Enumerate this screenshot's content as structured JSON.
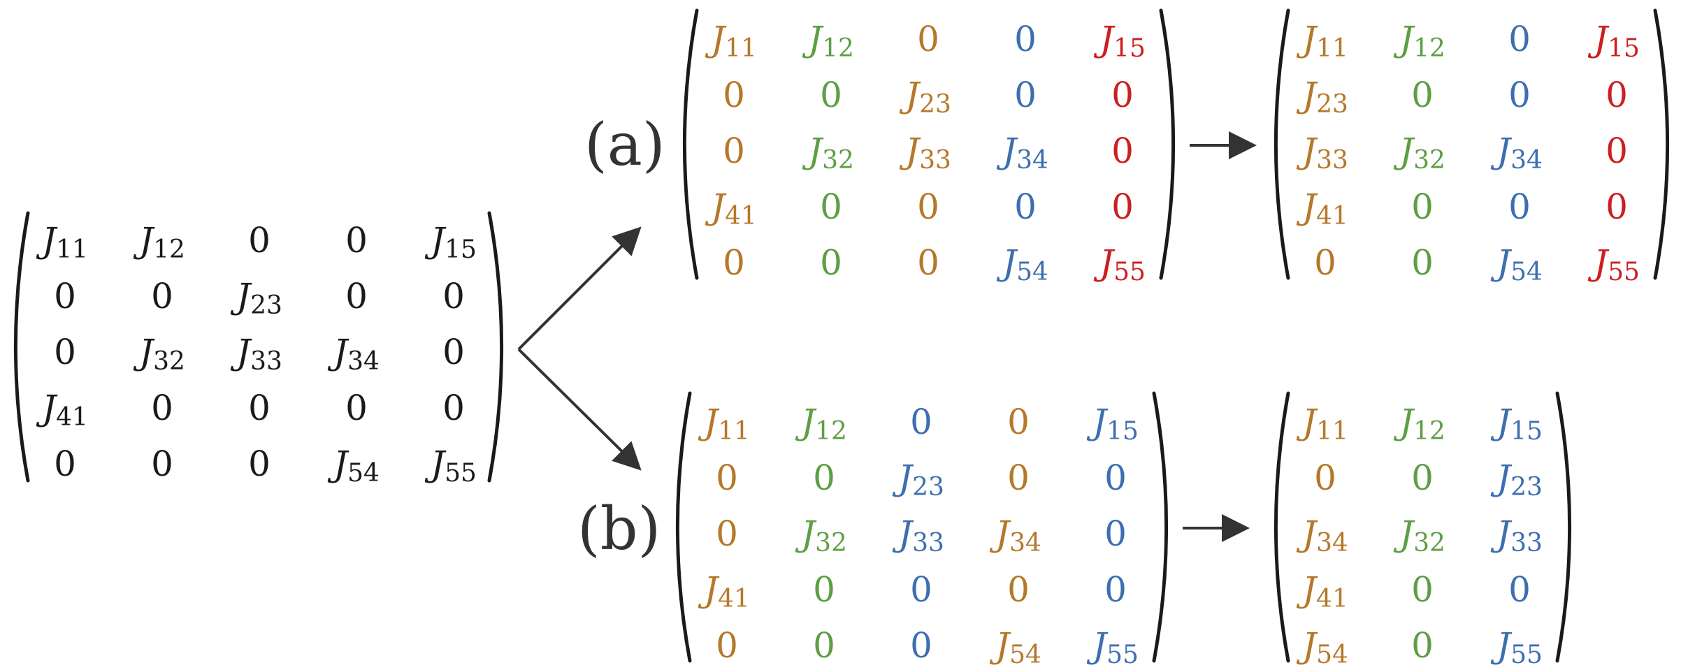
{
  "colors": {
    "black": "#1a1a1a",
    "orange": "#b5782a",
    "green": "#5e9e45",
    "blue": "#3d6fb0",
    "red": "#cc1f1f",
    "arrow": "#333333"
  },
  "labels": {
    "a": "(a)",
    "b": "(b)"
  },
  "matrices": [
    {
      "id": "original",
      "rows": [
        [
          [
            "J",
            "11",
            "black"
          ],
          [
            "J",
            "12",
            "black"
          ],
          [
            "0",
            "",
            "black"
          ],
          [
            "0",
            "",
            "black"
          ],
          [
            "J",
            "15",
            "black"
          ]
        ],
        [
          [
            "0",
            "",
            "black"
          ],
          [
            "0",
            "",
            "black"
          ],
          [
            "J",
            "23",
            "black"
          ],
          [
            "0",
            "",
            "black"
          ],
          [
            "0",
            "",
            "black"
          ]
        ],
        [
          [
            "0",
            "",
            "black"
          ],
          [
            "J",
            "32",
            "black"
          ],
          [
            "J",
            "33",
            "black"
          ],
          [
            "J",
            "34",
            "black"
          ],
          [
            "0",
            "",
            "black"
          ]
        ],
        [
          [
            "J",
            "41",
            "black"
          ],
          [
            "0",
            "",
            "black"
          ],
          [
            "0",
            "",
            "black"
          ],
          [
            "0",
            "",
            "black"
          ],
          [
            "0",
            "",
            "black"
          ]
        ],
        [
          [
            "0",
            "",
            "black"
          ],
          [
            "0",
            "",
            "black"
          ],
          [
            "0",
            "",
            "black"
          ],
          [
            "J",
            "54",
            "black"
          ],
          [
            "J",
            "55",
            "black"
          ]
        ]
      ]
    },
    {
      "id": "a-colored",
      "rows": [
        [
          [
            "J",
            "11",
            "orange"
          ],
          [
            "J",
            "12",
            "green"
          ],
          [
            "0",
            "",
            "orange"
          ],
          [
            "0",
            "",
            "blue"
          ],
          [
            "J",
            "15",
            "red"
          ]
        ],
        [
          [
            "0",
            "",
            "orange"
          ],
          [
            "0",
            "",
            "green"
          ],
          [
            "J",
            "23",
            "orange"
          ],
          [
            "0",
            "",
            "blue"
          ],
          [
            "0",
            "",
            "red"
          ]
        ],
        [
          [
            "0",
            "",
            "orange"
          ],
          [
            "J",
            "32",
            "green"
          ],
          [
            "J",
            "33",
            "orange"
          ],
          [
            "J",
            "34",
            "blue"
          ],
          [
            "0",
            "",
            "red"
          ]
        ],
        [
          [
            "J",
            "41",
            "orange"
          ],
          [
            "0",
            "",
            "green"
          ],
          [
            "0",
            "",
            "orange"
          ],
          [
            "0",
            "",
            "blue"
          ],
          [
            "0",
            "",
            "red"
          ]
        ],
        [
          [
            "0",
            "",
            "orange"
          ],
          [
            "0",
            "",
            "green"
          ],
          [
            "0",
            "",
            "orange"
          ],
          [
            "J",
            "54",
            "blue"
          ],
          [
            "J",
            "55",
            "red"
          ]
        ]
      ]
    },
    {
      "id": "a-compressed",
      "rows": [
        [
          [
            "J",
            "11",
            "orange"
          ],
          [
            "J",
            "12",
            "green"
          ],
          [
            "0",
            "",
            "blue"
          ],
          [
            "J",
            "15",
            "red"
          ]
        ],
        [
          [
            "J",
            "23",
            "orange"
          ],
          [
            "0",
            "",
            "green"
          ],
          [
            "0",
            "",
            "blue"
          ],
          [
            "0",
            "",
            "red"
          ]
        ],
        [
          [
            "J",
            "33",
            "orange"
          ],
          [
            "J",
            "32",
            "green"
          ],
          [
            "J",
            "34",
            "blue"
          ],
          [
            "0",
            "",
            "red"
          ]
        ],
        [
          [
            "J",
            "41",
            "orange"
          ],
          [
            "0",
            "",
            "green"
          ],
          [
            "0",
            "",
            "blue"
          ],
          [
            "0",
            "",
            "red"
          ]
        ],
        [
          [
            "0",
            "",
            "orange"
          ],
          [
            "0",
            "",
            "green"
          ],
          [
            "J",
            "54",
            "blue"
          ],
          [
            "J",
            "55",
            "red"
          ]
        ]
      ]
    },
    {
      "id": "b-colored",
      "rows": [
        [
          [
            "J",
            "11",
            "orange"
          ],
          [
            "J",
            "12",
            "green"
          ],
          [
            "0",
            "",
            "blue"
          ],
          [
            "0",
            "",
            "orange"
          ],
          [
            "J",
            "15",
            "blue"
          ]
        ],
        [
          [
            "0",
            "",
            "orange"
          ],
          [
            "0",
            "",
            "green"
          ],
          [
            "J",
            "23",
            "blue"
          ],
          [
            "0",
            "",
            "orange"
          ],
          [
            "0",
            "",
            "blue"
          ]
        ],
        [
          [
            "0",
            "",
            "orange"
          ],
          [
            "J",
            "32",
            "green"
          ],
          [
            "J",
            "33",
            "blue"
          ],
          [
            "J",
            "34",
            "orange"
          ],
          [
            "0",
            "",
            "blue"
          ]
        ],
        [
          [
            "J",
            "41",
            "orange"
          ],
          [
            "0",
            "",
            "green"
          ],
          [
            "0",
            "",
            "blue"
          ],
          [
            "0",
            "",
            "orange"
          ],
          [
            "0",
            "",
            "blue"
          ]
        ],
        [
          [
            "0",
            "",
            "orange"
          ],
          [
            "0",
            "",
            "green"
          ],
          [
            "0",
            "",
            "blue"
          ],
          [
            "J",
            "54",
            "orange"
          ],
          [
            "J",
            "55",
            "blue"
          ]
        ]
      ]
    },
    {
      "id": "b-compressed",
      "rows": [
        [
          [
            "J",
            "11",
            "orange"
          ],
          [
            "J",
            "12",
            "green"
          ],
          [
            "J",
            "15",
            "blue"
          ]
        ],
        [
          [
            "0",
            "",
            "orange"
          ],
          [
            "0",
            "",
            "green"
          ],
          [
            "J",
            "23",
            "blue"
          ]
        ],
        [
          [
            "J",
            "34",
            "orange"
          ],
          [
            "J",
            "32",
            "green"
          ],
          [
            "J",
            "33",
            "blue"
          ]
        ],
        [
          [
            "J",
            "41",
            "orange"
          ],
          [
            "0",
            "",
            "green"
          ],
          [
            "0",
            "",
            "blue"
          ]
        ],
        [
          [
            "J",
            "54",
            "orange"
          ],
          [
            "0",
            "",
            "green"
          ],
          [
            "J",
            "55",
            "blue"
          ]
        ]
      ]
    }
  ]
}
